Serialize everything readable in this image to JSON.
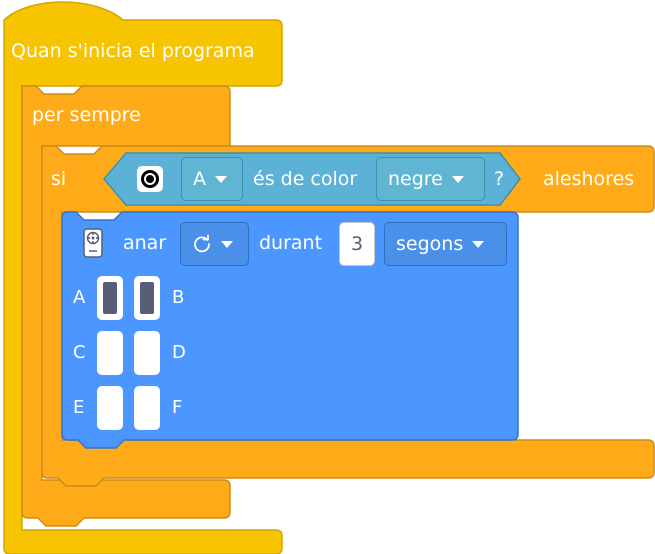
{
  "hat": {
    "label": "Quan s'inicia el programa"
  },
  "forever": {
    "label": "per sempre"
  },
  "if_block": {
    "label": "si",
    "then_label": "aleshores",
    "condition": {
      "sensor_icon": "color-sensor-icon",
      "port": "A",
      "text": "és de color",
      "color_value": "negre",
      "question": "?"
    }
  },
  "motor_block": {
    "icon": "motor-icon",
    "action_label": "anar",
    "direction_icon": "clockwise-rotate-icon",
    "during_label": "durant",
    "amount": "3",
    "unit": "segons",
    "ports": [
      {
        "left": "A",
        "right": "B",
        "left_on": true,
        "right_on": true
      },
      {
        "left": "C",
        "right": "D",
        "left_on": false,
        "right_on": false
      },
      {
        "left": "E",
        "right": "F",
        "left_on": false,
        "right_on": false
      }
    ]
  },
  "colors": {
    "hat": "#f6c400",
    "hat_border": "#d4a500",
    "control": "#ffab19",
    "control_border": "#cf8b17",
    "sensor": "#5cb1d6",
    "sensor_border": "#3d8fb0",
    "motion": "#4c97ff",
    "motion_border": "#3373cc"
  }
}
